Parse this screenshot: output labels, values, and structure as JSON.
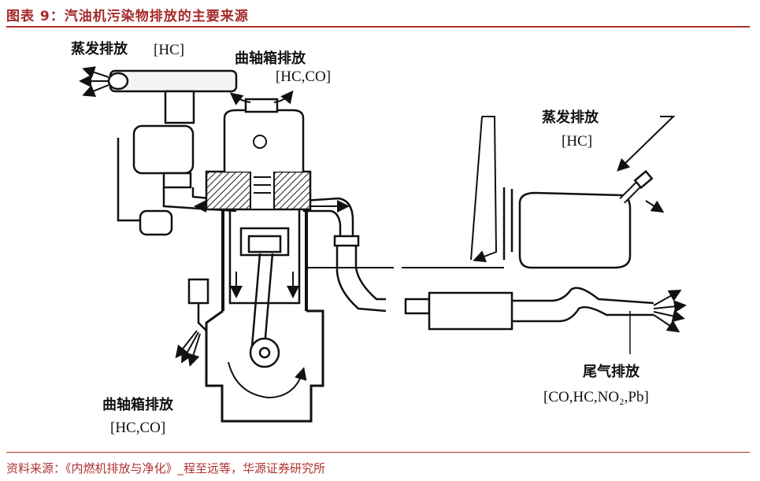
{
  "figure": {
    "title": "图表 9：汽油机污染物排放的主要来源",
    "source": "资料来源：《内燃机排放与净化》_程至远等，华源证券研究所"
  },
  "labels": {
    "evap_top_left": {
      "title": "蒸发排放",
      "sub": "[HC]"
    },
    "crankcase_top": {
      "title": "曲轴箱排放",
      "sub": "[HC,CO]"
    },
    "evap_right": {
      "title": "蒸发排放",
      "sub": "[HC]"
    },
    "tailpipe": {
      "title": "尾气排放",
      "sub": "[CO,HC,NO₂,Pb]"
    },
    "crankcase_bottom": {
      "title": "曲轴箱排放",
      "sub": "[HC,CO]"
    }
  }
}
